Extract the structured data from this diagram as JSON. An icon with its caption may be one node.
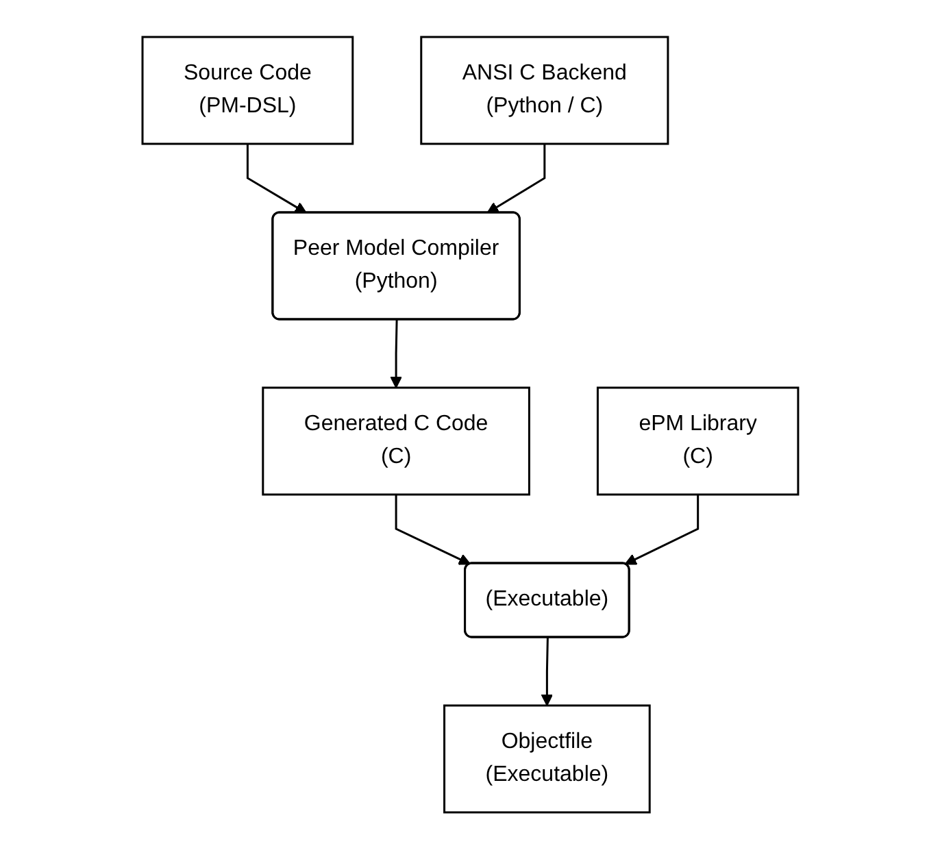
{
  "diagram": {
    "nodes": [
      {
        "text": [
          "Source Code",
          "(PM-DSL)"
        ]
      },
      {
        "text": [
          "ANSI C Backend",
          "(Python / C)"
        ]
      },
      {
        "text": [
          "ePM Library",
          "(C)"
        ]
      },
      {
        "text": [
          "Peer Model Compiler",
          "(Python)"
        ]
      },
      {
        "text": [
          "Generated C Code",
          "(C)"
        ]
      },
      {
        "text": [
          "(Executable)"
        ]
      },
      {
        "text": [
          "Objectfile",
          "(Executable)"
        ]
      }
    ],
    "edges": [
      {
        "from": 0,
        "to": 3,
        "arrow": "to"
      },
      {
        "from": 1,
        "to": 3,
        "arrow": "to"
      },
      {
        "from": 3,
        "to": 4,
        "arrow": "to"
      },
      {
        "from": 4,
        "to": 5,
        "arrow": "to"
      },
      {
        "from": 2,
        "to": 5,
        "arrow": "to"
      },
      {
        "from": 5,
        "to": 6,
        "arrow": "to"
      }
    ]
  }
}
